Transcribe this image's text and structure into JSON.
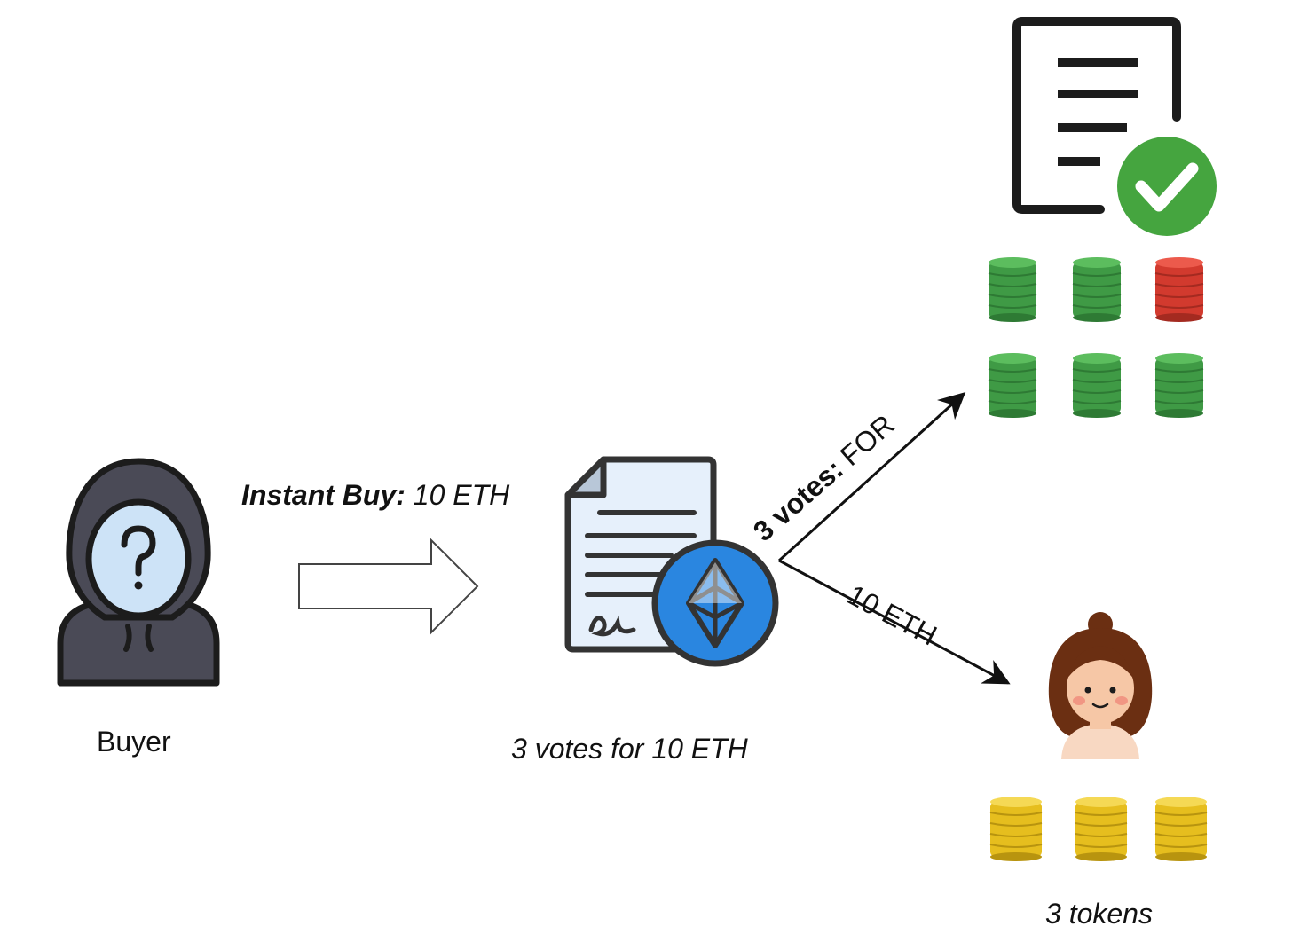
{
  "buyer": {
    "label": "Buyer"
  },
  "instant_buy": {
    "prefix": "Instant Buy:",
    "amount": "10 ETH"
  },
  "contract": {
    "caption": "3 votes for 10 ETH"
  },
  "vote_arrow": {
    "prefix": "3 votes:",
    "choice": "FOR"
  },
  "eth_arrow": {
    "label": "10 ETH"
  },
  "seller": {
    "caption": "3 tokens"
  },
  "colors": {
    "hood": "#4a4a56",
    "face": "#cde3f7",
    "outline": "#1c1c1c",
    "doc": "#e6f0fb",
    "eth_badge": "#2a86e0",
    "check": "#45a53f",
    "token_green": "#3f9a45",
    "token_red": "#d23a2e",
    "token_gold": "#e6be1e",
    "hair": "#6b2f12",
    "skin": "#f6c7a6"
  },
  "icons": [
    "hooded-buyer-icon",
    "hollow-right-arrow-icon",
    "eth-contract-icon",
    "approved-proposal-icon",
    "seller-woman-icon",
    "coin-stack-icon"
  ],
  "vote_tokens": [
    "for",
    "for",
    "against",
    "for",
    "for",
    "for"
  ],
  "seller_tokens": [
    "gold",
    "gold",
    "gold"
  ]
}
